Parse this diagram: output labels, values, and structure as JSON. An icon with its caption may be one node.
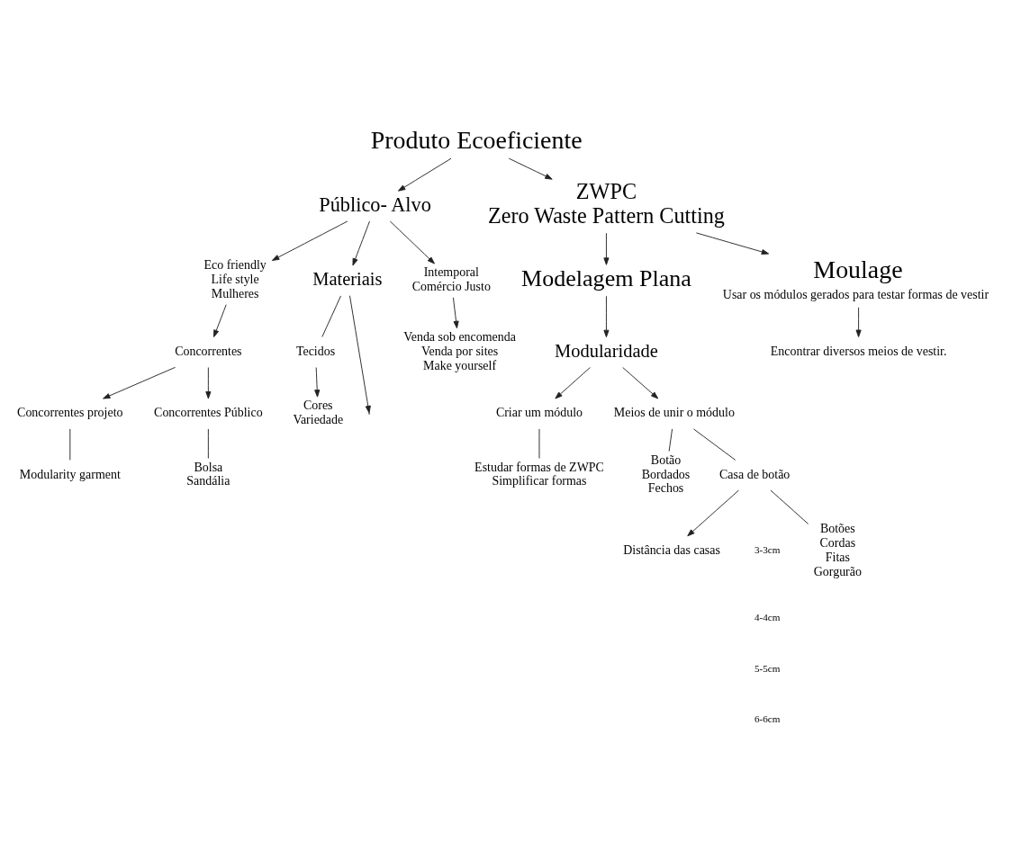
{
  "diagram": {
    "nodes": [
      {
        "text": [
          "Produto Ecoeficiente"
        ]
      },
      {
        "text": [
          "Público- Alvo"
        ]
      },
      {
        "text": [
          "ZWPC",
          "Zero Waste Pattern Cutting"
        ]
      },
      {
        "text": [
          "Eco friendly",
          "Life style",
          "Mulheres"
        ]
      },
      {
        "text": [
          "Concorrentes"
        ]
      },
      {
        "text": [
          "Concorrentes projeto"
        ]
      },
      {
        "text": [
          "Modularity garment"
        ]
      },
      {
        "text": [
          "Concorrentes Público"
        ]
      },
      {
        "text": [
          "Bolsa",
          "Sandália"
        ]
      },
      {
        "text": [
          "Materiais"
        ]
      },
      {
        "text": [
          "Tecidos"
        ]
      },
      {
        "text": [
          "Cores",
          "Variedade"
        ]
      },
      {
        "text": [
          "Intemporal",
          "Comércio Justo"
        ]
      },
      {
        "text": [
          "Venda sob encomenda",
          "Venda por sites",
          "Make yourself"
        ]
      },
      {
        "text": [
          "Modelagem Plana"
        ]
      },
      {
        "text": [
          "Modularidade"
        ]
      },
      {
        "text": [
          "Criar um módulo"
        ]
      },
      {
        "text": [
          "Estudar formas de ZWPC",
          "Simplificar formas"
        ]
      },
      {
        "text": [
          "Meios de unir o módulo"
        ]
      },
      {
        "text": [
          "Botão",
          "Bordados",
          "Fechos"
        ]
      },
      {
        "text": [
          "Casa de botão"
        ]
      },
      {
        "text": [
          "Distância das casas"
        ]
      },
      {
        "text": [
          "Botões",
          "Cordas",
          "Fitas",
          "Gorgurão"
        ]
      },
      {
        "text": [
          "Moulage"
        ],
        "beside": [
          "Usar os módulos gerados para testar formas de vestir"
        ]
      },
      {
        "text": [
          "Encontrar diversos meios de vestir."
        ]
      }
    ],
    "edges": [
      {
        "from": 0,
        "to": 1,
        "arrow": "to"
      },
      {
        "from": 0,
        "to": 2,
        "arrow": "to"
      },
      {
        "from": 1,
        "to": 3,
        "arrow": "to"
      },
      {
        "from": 3,
        "to": 4,
        "arrow": "to"
      },
      {
        "from": 4,
        "to": 5,
        "arrow": "to"
      },
      {
        "from": 5,
        "to": 6,
        "arrow": "none"
      },
      {
        "from": 4,
        "to": 7,
        "arrow": "to"
      },
      {
        "from": 7,
        "to": 8,
        "arrow": "none"
      },
      {
        "from": 1,
        "to": 9,
        "arrow": "to"
      },
      {
        "from": 9,
        "to": 10,
        "arrow": "none"
      },
      {
        "from": 9,
        "to": null,
        "arrow": "to"
      },
      {
        "from": 10,
        "to": 11,
        "arrow": "to"
      },
      {
        "from": 1,
        "to": 12,
        "arrow": "to"
      },
      {
        "from": 12,
        "to": 13,
        "arrow": "to"
      },
      {
        "from": 2,
        "to": 14,
        "arrow": "to"
      },
      {
        "from": 14,
        "to": 15,
        "arrow": "to"
      },
      {
        "from": 15,
        "to": 16,
        "arrow": "to"
      },
      {
        "from": 16,
        "to": 17,
        "arrow": "none"
      },
      {
        "from": 15,
        "to": 18,
        "arrow": "to"
      },
      {
        "from": 18,
        "to": 19,
        "arrow": "none"
      },
      {
        "from": 18,
        "to": 20,
        "arrow": "none"
      },
      {
        "from": 20,
        "to": 21,
        "arrow": "to"
      },
      {
        "from": 20,
        "to": 22,
        "arrow": "none"
      },
      {
        "from": 2,
        "to": 23,
        "arrow": "to"
      },
      {
        "from": 23,
        "to": 24,
        "arrow": "to"
      }
    ],
    "labels": [
      "3-3cm",
      "4-4cm",
      "5-5cm",
      "6-6cm"
    ]
  }
}
